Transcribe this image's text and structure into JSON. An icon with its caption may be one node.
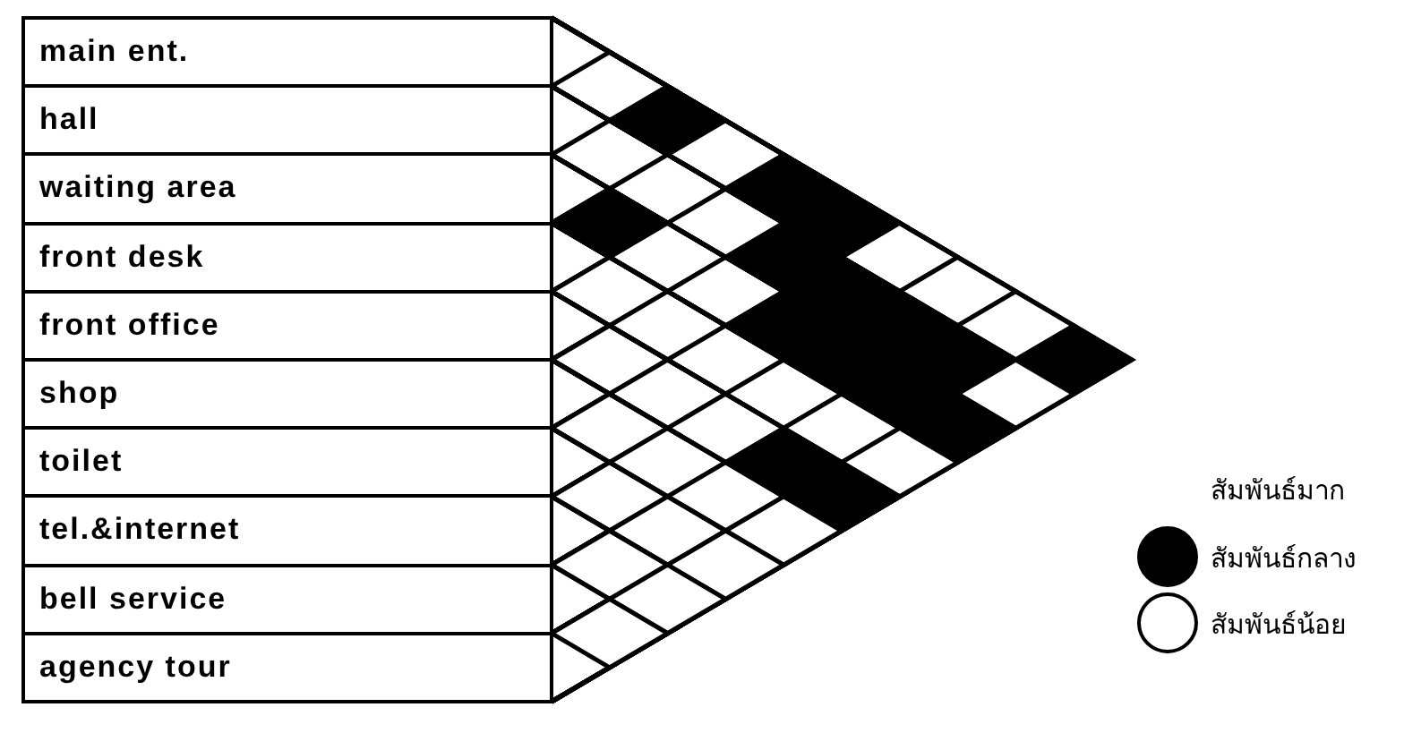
{
  "diagram": {
    "nodes": [
      {
        "text": [
          "main ent."
        ]
      },
      {
        "text": [
          "hall"
        ]
      },
      {
        "text": [
          "waiting area"
        ]
      },
      {
        "text": [
          "front desk"
        ]
      },
      {
        "text": [
          "front office"
        ]
      },
      {
        "text": [
          "shop"
        ]
      },
      {
        "text": [
          "toilet"
        ]
      },
      {
        "text": [
          "tel.&internet"
        ]
      },
      {
        "text": [
          "bell service"
        ]
      },
      {
        "text": [
          "agency tour"
        ]
      }
    ],
    "edges": [
      {
        "from": 0,
        "to": 1,
        "arrow": "none"
      },
      {
        "from": 0,
        "to": 2,
        "arrow": "none",
        "color": "#000000"
      },
      {
        "from": 0,
        "to": 3,
        "arrow": "none"
      },
      {
        "from": 0,
        "to": 4,
        "arrow": "none",
        "color": "#000000"
      },
      {
        "from": 0,
        "to": 5,
        "arrow": "none",
        "color": "#000000"
      },
      {
        "from": 0,
        "to": 6,
        "arrow": "none"
      },
      {
        "from": 0,
        "to": 7,
        "arrow": "none"
      },
      {
        "from": 0,
        "to": 8,
        "arrow": "none"
      },
      {
        "from": 0,
        "to": 9,
        "arrow": "none",
        "color": "#000000"
      },
      {
        "from": 1,
        "to": 2,
        "arrow": "none"
      },
      {
        "from": 1,
        "to": 3,
        "arrow": "none"
      },
      {
        "from": 1,
        "to": 4,
        "arrow": "none"
      },
      {
        "from": 1,
        "to": 5,
        "arrow": "none",
        "color": "#000000"
      },
      {
        "from": 1,
        "to": 6,
        "arrow": "none",
        "color": "#000000"
      },
      {
        "from": 1,
        "to": 7,
        "arrow": "none",
        "color": "#000000"
      },
      {
        "from": 1,
        "to": 8,
        "arrow": "none",
        "color": "#000000"
      },
      {
        "from": 1,
        "to": 9,
        "arrow": "none"
      },
      {
        "from": 2,
        "to": 3,
        "arrow": "none",
        "color": "#000000"
      },
      {
        "from": 2,
        "to": 4,
        "arrow": "none"
      },
      {
        "from": 2,
        "to": 5,
        "arrow": "none"
      },
      {
        "from": 2,
        "to": 6,
        "arrow": "none",
        "color": "#000000"
      },
      {
        "from": 2,
        "to": 7,
        "arrow": "none",
        "color": "#000000"
      },
      {
        "from": 2,
        "to": 8,
        "arrow": "none",
        "color": "#000000"
      },
      {
        "from": 2,
        "to": 9,
        "arrow": "none",
        "color": "#000000"
      },
      {
        "from": 3,
        "to": 4,
        "arrow": "none"
      },
      {
        "from": 3,
        "to": 5,
        "arrow": "none"
      },
      {
        "from": 3,
        "to": 6,
        "arrow": "none"
      },
      {
        "from": 3,
        "to": 7,
        "arrow": "none"
      },
      {
        "from": 3,
        "to": 8,
        "arrow": "none"
      },
      {
        "from": 3,
        "to": 9,
        "arrow": "none"
      },
      {
        "from": 4,
        "to": 5,
        "arrow": "none"
      },
      {
        "from": 4,
        "to": 6,
        "arrow": "none"
      },
      {
        "from": 4,
        "to": 7,
        "arrow": "none"
      },
      {
        "from": 4,
        "to": 8,
        "arrow": "none",
        "color": "#000000"
      },
      {
        "from": 4,
        "to": 9,
        "arrow": "none",
        "color": "#000000"
      },
      {
        "from": 5,
        "to": 6,
        "arrow": "none"
      },
      {
        "from": 5,
        "to": 7,
        "arrow": "none"
      },
      {
        "from": 5,
        "to": 8,
        "arrow": "none"
      },
      {
        "from": 5,
        "to": 9,
        "arrow": "none"
      },
      {
        "from": 6,
        "to": 7,
        "arrow": "none"
      },
      {
        "from": 6,
        "to": 8,
        "arrow": "none"
      },
      {
        "from": 6,
        "to": 9,
        "arrow": "none"
      },
      {
        "from": 7,
        "to": 8,
        "arrow": "none"
      },
      {
        "from": 7,
        "to": 9,
        "arrow": "none"
      },
      {
        "from": 8,
        "to": 9,
        "arrow": "none"
      }
    ],
    "legend": [
      {
        "text": "สัมพันธ์มาก"
      },
      {
        "text": "สัมพันธ์กลาง",
        "color": "#000000"
      },
      {
        "text": "สัมพันธ์น้อย",
        "color": "#ffffff"
      }
    ]
  }
}
